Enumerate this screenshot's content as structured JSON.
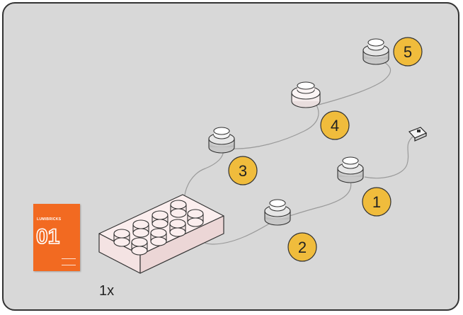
{
  "steps": [
    "1",
    "2",
    "3",
    "4",
    "5"
  ],
  "quantity": "1x",
  "booklet": {
    "brand": "LUMIBRICKS",
    "number": "01"
  },
  "colors": {
    "panel_bg": "#d8d8d8",
    "badge": "#f0bc3c",
    "booklet": "#f26a21",
    "wire": "#9a9a9a"
  }
}
